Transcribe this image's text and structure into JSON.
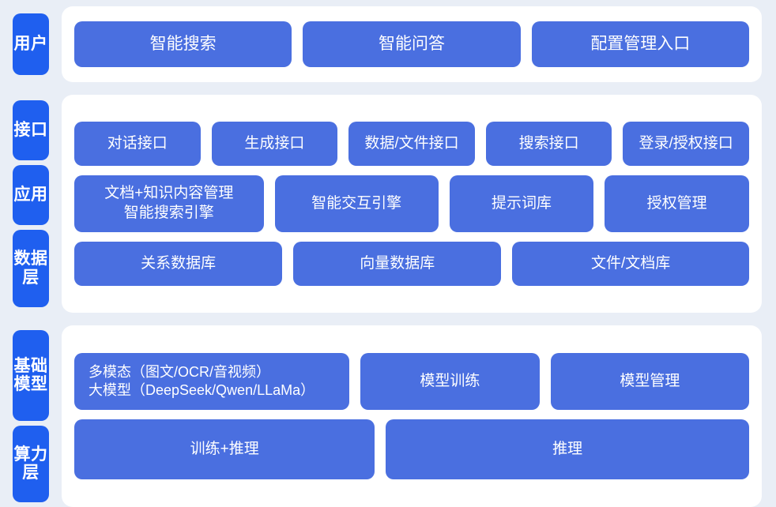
{
  "colors": {
    "page_background": "#e9eef6",
    "panel_background": "#ffffff",
    "rail_label_blue": "#1f5fef",
    "content_box_blue": "#4a6fe0",
    "text_on_blue": "#ffffff"
  },
  "sections": [
    {
      "id": "user-section",
      "rail_labels": [
        "用户"
      ],
      "rows": [
        {
          "id": "user-row",
          "boxes": [
            {
              "label": "智能搜索",
              "flex": 1
            },
            {
              "label": "智能问答",
              "flex": 1
            },
            {
              "label": "配置管理入口",
              "flex": 1
            }
          ]
        }
      ]
    },
    {
      "id": "app-section",
      "rail_labels": [
        "接口",
        "应用",
        "数据层"
      ],
      "rows": [
        {
          "id": "interface-row",
          "boxes": [
            {
              "label": "对话接口",
              "flex": 1
            },
            {
              "label": "生成接口",
              "flex": 1
            },
            {
              "label": "数据/文件接口",
              "flex": 1
            },
            {
              "label": "搜索接口",
              "flex": 1
            },
            {
              "label": "登录/授权接口",
              "flex": 1
            }
          ]
        },
        {
          "id": "application-row",
          "boxes": [
            {
              "label": "文档+知识内容管理\n智能搜索引擎",
              "flex": 1.35
            },
            {
              "label": "智能交互引擎",
              "flex": 1.15
            },
            {
              "label": "提示词库",
              "flex": 1
            },
            {
              "label": "授权管理",
              "flex": 1
            }
          ]
        },
        {
          "id": "data-row",
          "boxes": [
            {
              "label": "关系数据库",
              "flex": 1
            },
            {
              "label": "向量数据库",
              "flex": 1
            },
            {
              "label": "文件/文档库",
              "flex": 1.15
            }
          ]
        }
      ]
    },
    {
      "id": "model-section",
      "rail_labels": [
        "基础模型",
        "算力层"
      ],
      "rows": [
        {
          "id": "base-model-row",
          "boxes": [
            {
              "label": "多模态（图文/OCR/音视频）\n大模型（DeepSeek/Qwen/LLaMa）",
              "flex": 1.55,
              "align": "left"
            },
            {
              "label": "模型训练",
              "flex": 1
            },
            {
              "label": "模型管理",
              "flex": 1.12
            }
          ]
        },
        {
          "id": "compute-row",
          "boxes": [
            {
              "label": "训练+推理",
              "flex": 1
            },
            {
              "label": "推理",
              "flex": 1.22
            }
          ]
        }
      ]
    }
  ]
}
